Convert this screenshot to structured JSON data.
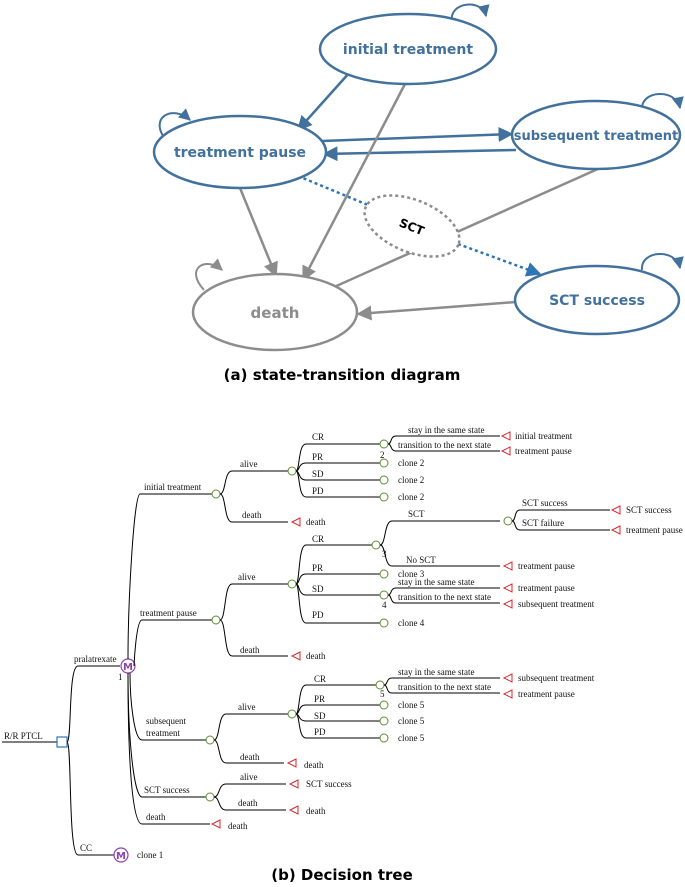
{
  "state_diagram": {
    "states": {
      "initial": "initial treatment",
      "pause": "treatment pause",
      "subsequent": "subsequent treatment",
      "death": "death",
      "sct_success": "SCT success",
      "sct": "SCT"
    },
    "caption": "(a) state-transition diagram",
    "colors": {
      "blue": "#41719c",
      "grey": "#8c8c8c",
      "dotted_blue": "#2e75b6"
    }
  },
  "decision_tree": {
    "caption": "(b) Decision tree",
    "root": "R/R PTCL",
    "arm_pralatrexate": "pralatrexate",
    "arm_cc": "CC",
    "markov_symbol": "M",
    "markov_index": "1",
    "clone_1": "clone 1",
    "initial": {
      "label": "initial treatment",
      "alive": "alive",
      "death": "death",
      "death_term": "death",
      "cr": "CR",
      "pr": "PR",
      "sd": "SD",
      "pd": "PD",
      "stay": "stay in the same state",
      "trans": "transition to the next state",
      "stay_term": "initial treatment",
      "trans_term": "treatment pause",
      "pr_term": "clone 2",
      "sd_term": "clone 2",
      "pd_term": "clone 2",
      "node_index": "2"
    },
    "pause": {
      "label": "treatment pause",
      "alive": "alive",
      "death": "death",
      "death_term": "death",
      "cr": "CR",
      "pr": "PR",
      "sd": "SD",
      "pd": "PD",
      "sct": "SCT",
      "no_sct": "No SCT",
      "sct_success": "SCT success",
      "sct_failure": "SCT failure",
      "sct_success_term": "SCT success",
      "sct_failure_term": "treatment pause",
      "no_sct_term": "treatment pause",
      "cr_index": "3",
      "pr_term": "clone 3",
      "stay": "stay in the same state",
      "trans": "transition to the next state",
      "stay_term": "treatment pause",
      "trans_term": "subsequent treatment",
      "sd_index": "4",
      "pd_term": "clone 4"
    },
    "subsequent": {
      "label_line1": "subsequent",
      "label_line2": "treatment",
      "alive": "alive",
      "death": "death",
      "death_term": "death",
      "cr": "CR",
      "pr": "PR",
      "sd": "SD",
      "pd": "PD",
      "stay": "stay in the same state",
      "trans": "transition to the next state",
      "stay_term": "subsequent treatment",
      "trans_term": "treatment pause",
      "node_index": "5",
      "pr_term": "clone 5",
      "sd_term": "clone 5",
      "pd_term": "clone 5"
    },
    "sct_success": {
      "label": "SCT success",
      "alive": "alive",
      "alive_term": "SCT success",
      "death": "death",
      "death_term": "death"
    },
    "death": {
      "label": "death",
      "term": "death"
    }
  }
}
